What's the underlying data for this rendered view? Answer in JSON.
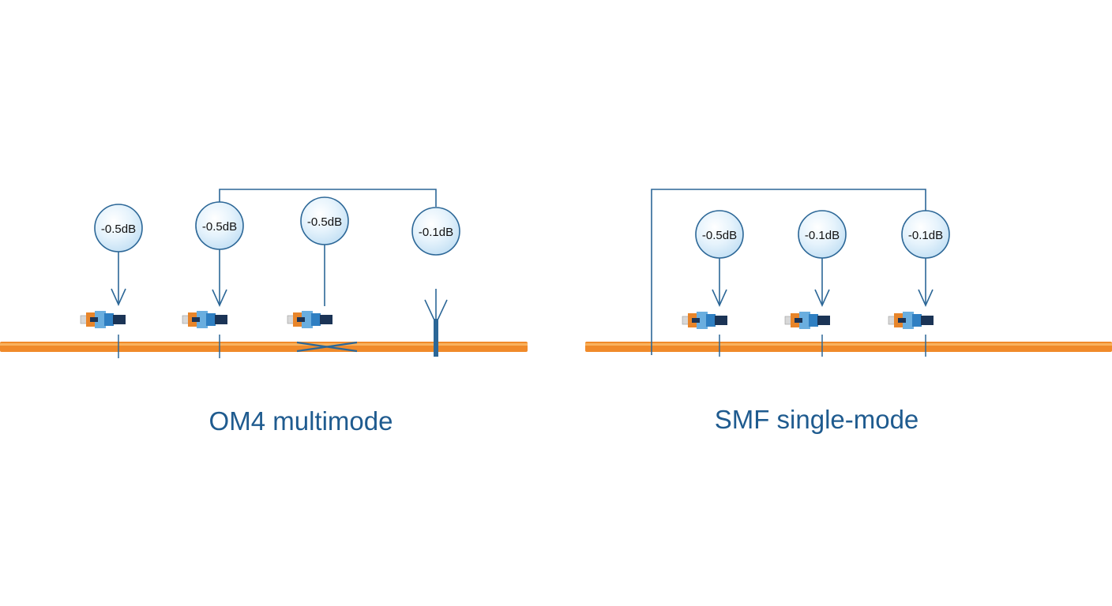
{
  "colors": {
    "fiber": "#f08a2a",
    "fiber_highlight": "#f9b25e",
    "line": "#2c6797",
    "bubble_fill": "#dceefa",
    "bubble_stroke": "#2c6797",
    "caption": "#1f5b8f",
    "connector_light": "#6aaedf",
    "connector_mid": "#2f7fc2",
    "connector_dark": "#1b3456",
    "connector_orange": "#e8852a",
    "connector_ferrule": "#d8d8d8"
  },
  "panels": [
    {
      "caption": "OM4 multimode",
      "events": [
        {
          "label": "-0.5dB",
          "kind": "connector"
        },
        {
          "label": "-0.5dB",
          "kind": "connector"
        },
        {
          "label": "-0.5dB",
          "kind": "connector-splice"
        },
        {
          "label": "-0.1dB",
          "kind": "fusion-splice"
        }
      ]
    },
    {
      "caption": "SMF single-mode",
      "events": [
        {
          "label": "-0.5dB",
          "kind": "connector"
        },
        {
          "label": "-0.1dB",
          "kind": "connector"
        },
        {
          "label": "-0.1dB",
          "kind": "connector"
        }
      ]
    }
  ],
  "icons": [
    "fiber-connector-icon",
    "bubble-icon",
    "splice-cross-icon",
    "fusion-splice-icon",
    "down-arrow-icon"
  ]
}
